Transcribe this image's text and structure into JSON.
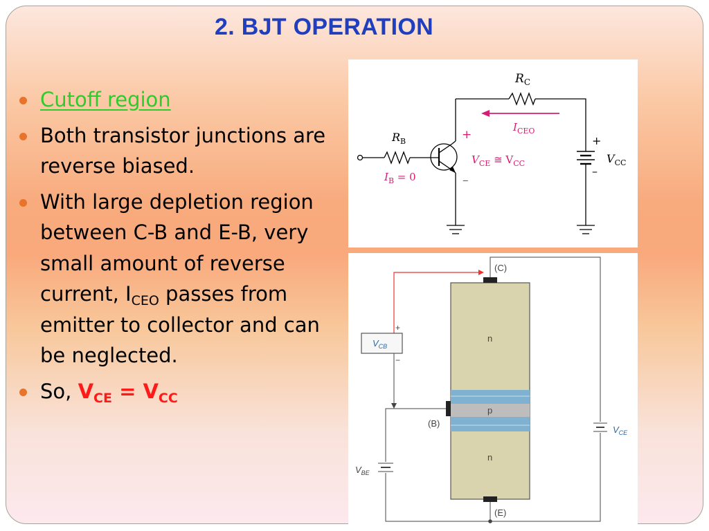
{
  "title": "2. BJT OPERATION",
  "bullets": {
    "b1": "Cutoff region",
    "b2": "Both transistor junctions are reverse biased.",
    "b3_pre": "With large depletion region between C-B and E-B, very small amount of reverse current, I",
    "b3_sub": "CEO",
    "b3_post": " passes from emitter to collector and can be neglected.",
    "b4_pre": "So, ",
    "b4_v1": "V",
    "b4_s1": "CE",
    "b4_eq": " = V",
    "b4_s2": "CC"
  },
  "circuit": {
    "rc": "R",
    "rc_sub": "C",
    "rb": "R",
    "rb_sub": "B",
    "iceo": "I",
    "iceo_sub": "CEO",
    "ib": "I",
    "ib_sub": "B",
    "ib_val": " = 0",
    "vce_v": "V",
    "vce_sub": "CE",
    "vce_eq": " ≅ V",
    "vce_sub2": "CC",
    "vcc": "V",
    "vcc_sub": "CC",
    "plus": "+",
    "minus": "–"
  },
  "structure": {
    "c": "(C)",
    "b": "(B)",
    "e": "(E)",
    "n_top": "n",
    "p": "p",
    "n_bottom": "n",
    "vcb": "V",
    "vcb_sub": "CB",
    "vbe": "V",
    "vbe_sub": "BE",
    "vce": "V",
    "vce_sub": "CE",
    "plus": "+",
    "minus": "−"
  },
  "colors": {
    "title": "#1f3fbf",
    "bullet": "#e8732b",
    "green": "#2ecb2e",
    "red": "#ff1a1a",
    "magenta": "#d81b73"
  }
}
